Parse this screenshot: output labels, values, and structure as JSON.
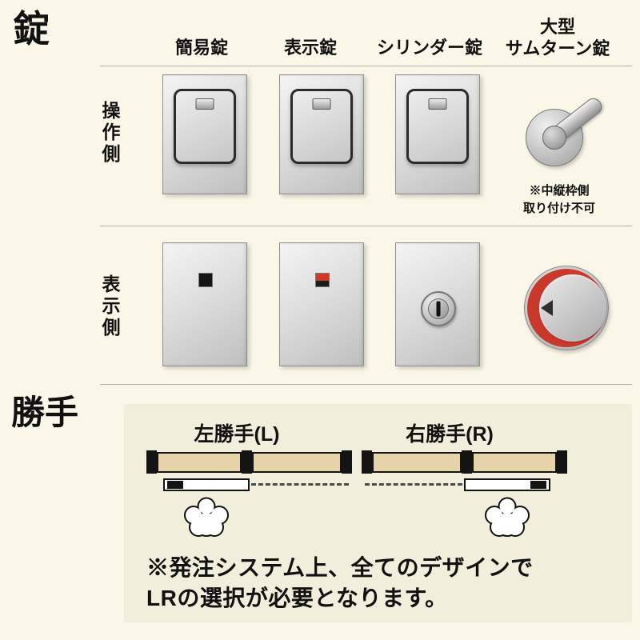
{
  "lock_section": {
    "title": "錠",
    "column_headers": {
      "c1": "簡易錠",
      "c2": "表示錠",
      "c3": "シリンダー錠",
      "c4_line1": "大型",
      "c4_line2": "サムターン錠"
    },
    "row_labels": {
      "operation": "操作側",
      "indicator": "表示側"
    },
    "thumbturn_note": {
      "line1": "※中縦枠側",
      "line2": "取り付け不可"
    }
  },
  "hand_section": {
    "title": "勝手",
    "left_hand_label": "左勝手(L)",
    "right_hand_label": "右勝手(R)",
    "note": {
      "line1": "※発注システム上、全てのデザインで",
      "line2": "LRの選択が必要となります。"
    }
  },
  "colors": {
    "background": "#FBF7E8",
    "panel_background": "#F2EEDC",
    "indicator_red": "#C9392B",
    "wall_tan": "#E7D3A9"
  }
}
